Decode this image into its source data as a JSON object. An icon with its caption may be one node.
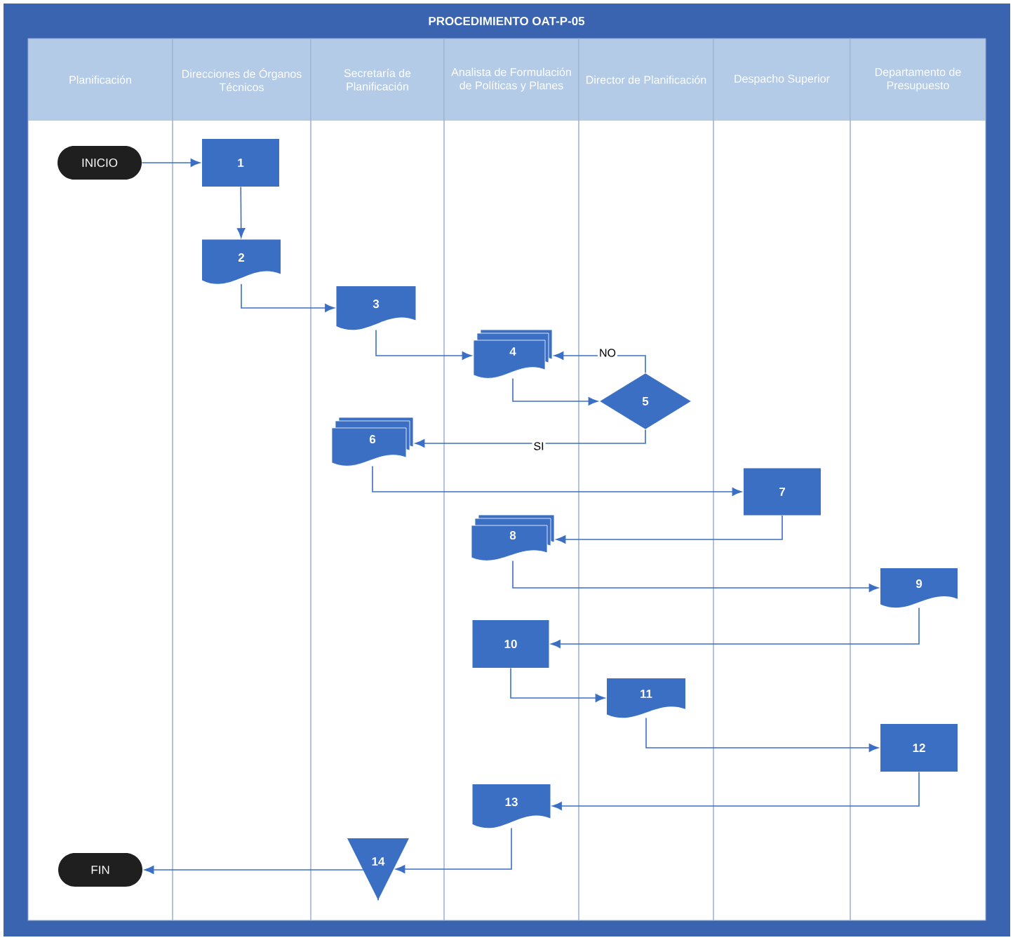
{
  "diagram": {
    "title": "PROCEDIMIENTO OAT-P-05",
    "nodes": [
      {
        "text": [
          "Planificación"
        ]
      },
      {
        "text": [
          "Direcciones de Órganos Técnicos"
        ]
      },
      {
        "text": [
          "Secretaría de Planificación"
        ]
      },
      {
        "text": [
          "Analista de Formulación de Políticas y Planes"
        ]
      },
      {
        "text": [
          "Director de Planificación"
        ]
      },
      {
        "text": [
          "Despacho Superior"
        ]
      },
      {
        "text": [
          "Departamento de Presupuesto"
        ]
      },
      {
        "text": [
          "INICIO"
        ],
        "in": 0
      },
      {
        "text": [
          "1"
        ],
        "in": 1
      },
      {
        "text": [
          "2"
        ],
        "in": 1
      },
      {
        "text": [
          "3"
        ],
        "in": 2
      },
      {
        "text": [
          "4"
        ],
        "in": 3
      },
      {
        "text": [
          "5"
        ],
        "in": 4
      },
      {
        "text": [
          "6"
        ],
        "in": 2
      },
      {
        "text": [
          "7"
        ],
        "in": 5
      },
      {
        "text": [
          "8"
        ],
        "in": 3
      },
      {
        "text": [
          "9"
        ],
        "in": 6
      },
      {
        "text": [
          "10"
        ],
        "in": 3
      },
      {
        "text": [
          "11"
        ],
        "in": 4
      },
      {
        "text": [
          "12"
        ],
        "in": 6
      },
      {
        "text": [
          "13"
        ],
        "in": 3
      },
      {
        "text": [
          "14"
        ],
        "in": 2
      },
      {
        "text": [
          "FIN"
        ],
        "in": 0
      }
    ],
    "edges": [
      {
        "from": 7,
        "to": 8,
        "arrow": "to"
      },
      {
        "from": 8,
        "to": 9,
        "arrow": "to"
      },
      {
        "from": 9,
        "to": 10,
        "arrow": "to"
      },
      {
        "from": 10,
        "to": 11,
        "arrow": "to"
      },
      {
        "from": 11,
        "to": 12,
        "arrow": "to"
      },
      {
        "from": 12,
        "to": 11,
        "arrow": "to",
        "label": "NO"
      },
      {
        "from": 12,
        "to": 13,
        "arrow": "to",
        "label": "SI"
      },
      {
        "from": 13,
        "to": 14,
        "arrow": "to"
      },
      {
        "from": 14,
        "to": 15,
        "arrow": "to"
      },
      {
        "from": 15,
        "to": 16,
        "arrow": "to"
      },
      {
        "from": 16,
        "to": 17,
        "arrow": "to"
      },
      {
        "from": 17,
        "to": 18,
        "arrow": "to"
      },
      {
        "from": 18,
        "to": 19,
        "arrow": "to"
      },
      {
        "from": 19,
        "to": 20,
        "arrow": "to"
      },
      {
        "from": 20,
        "to": 21,
        "arrow": "to"
      },
      {
        "from": 21,
        "to": 22,
        "arrow": "to"
      }
    ]
  }
}
